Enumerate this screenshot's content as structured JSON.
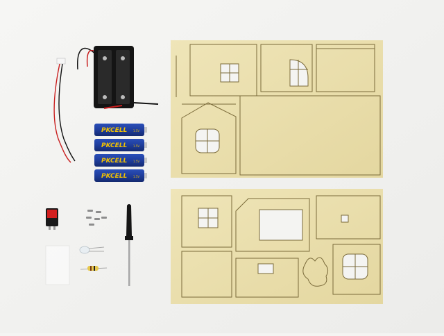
{
  "photo": {
    "background": "#f4f4f2",
    "plywood_color": "#eadfae",
    "cut_line_color": "#7a6a3a",
    "battery_brand": "PKCELL",
    "battery_voltage": "1.5V",
    "battery_body_color": "#1f3d9c",
    "battery_count": 4,
    "components": [
      "battery-holder",
      "aa-batteries",
      "rocker-switch",
      "screws",
      "screwdriver",
      "led",
      "resistor",
      "clear-film",
      "plywood-sheet-top",
      "plywood-sheet-bottom"
    ]
  }
}
